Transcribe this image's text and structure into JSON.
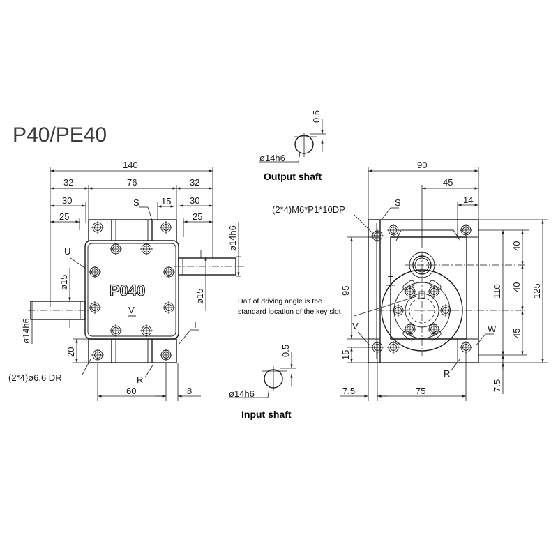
{
  "title": "P40/PE40",
  "model_label": "P040",
  "captions": {
    "output_shaft": "Output shaft",
    "input_shaft": "Input shaft",
    "key_note_line1": "Half of driving angle is the",
    "key_note_line2": "standard location of the key slot"
  },
  "front_view": {
    "dims": {
      "overall_width": "140",
      "left_section": "32",
      "middle_section": "76",
      "right_section": "32",
      "left_30": "30",
      "left_25": "25",
      "s_15": "15",
      "right_30": "30",
      "right_25": "25",
      "shaft_dia_right": "ø14h6",
      "dia_15_right": "ø15",
      "dia_15_left": "ø15",
      "shaft_dia_left": "ø14h6",
      "height_20": "20",
      "bottom_60": "60",
      "bottom_8": "8",
      "hole_callout": "(2*4)ø6.6 DR"
    },
    "labels": {
      "S": "S",
      "U": "U",
      "V": "V",
      "T": "T",
      "R": "R"
    }
  },
  "output_shaft_detail": {
    "offset": "0.5",
    "diameter": "ø14h6"
  },
  "input_shaft_detail": {
    "offset": "0.5",
    "diameter": "ø14h6"
  },
  "side_view": {
    "dims": {
      "overall_width": "90",
      "half_45": "45",
      "edge_14": "14",
      "thread_callout": "(2*4)M6*P1*10DP",
      "height_95": "95",
      "h_40_top": "40",
      "h_40_mid": "40",
      "h_45": "45",
      "h_110": "110",
      "h_125": "125",
      "h_15": "15",
      "h_7_5_right": "7.5",
      "bottom_7_5": "7.5",
      "bottom_75": "75"
    },
    "labels": {
      "S": "S",
      "T": "T",
      "V": "V",
      "W": "W",
      "R": "R"
    }
  }
}
